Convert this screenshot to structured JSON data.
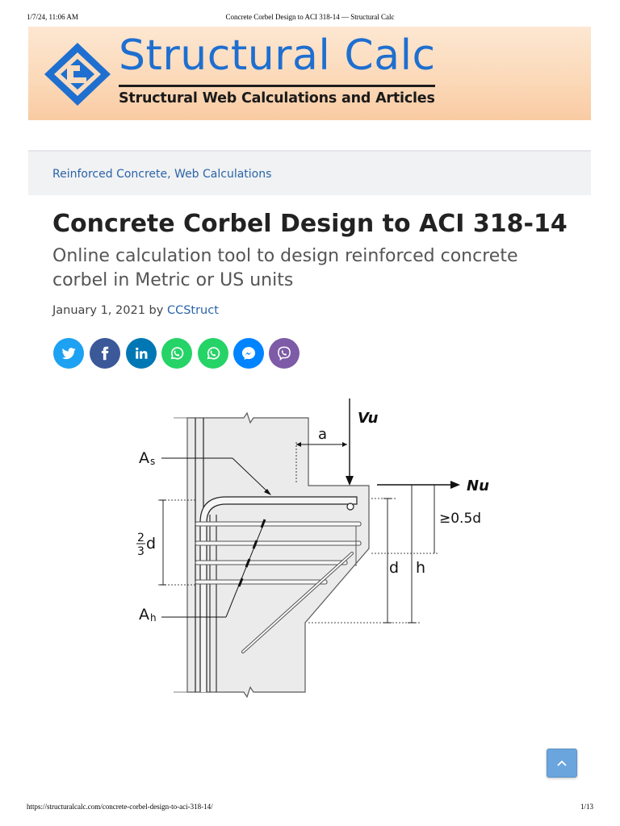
{
  "print_header": {
    "datetime": "1/7/24, 11:06 AM",
    "page_title": "Concrete Corbel Design to ACI 318-14 — Structural Calc"
  },
  "print_footer": {
    "url": "https://structuralcalc.com/concrete-corbel-design-to-aci-318-14/",
    "page": "1/13"
  },
  "site": {
    "name": "Structural Calc",
    "tagline": "Structural Web Calculations and Articles",
    "brand_color": "#1e6fd0"
  },
  "categories": {
    "items": [
      "Reinforced Concrete",
      "Web Calculations"
    ],
    "separator": ", "
  },
  "article": {
    "title": "Concrete Corbel Design to ACI 318-14",
    "subtitle": "Online calculation tool to design reinforced concrete corbel in Metric or US units",
    "date": "January 1, 2021",
    "by": "by",
    "author": "CCStruct"
  },
  "share_buttons": [
    {
      "icon": "twitter-icon",
      "color": "#1da1f2"
    },
    {
      "icon": "facebook-icon",
      "color": "#3b5998"
    },
    {
      "icon": "linkedin-icon",
      "color": "#0077b5"
    },
    {
      "icon": "whatsapp-icon",
      "color": "#25d366"
    },
    {
      "icon": "whatsapp-icon",
      "color": "#25d366"
    },
    {
      "icon": "messenger-icon",
      "color": "#0084ff"
    },
    {
      "icon": "viber-icon",
      "color": "#7d5ba6"
    }
  ],
  "diagram": {
    "labels": {
      "vu": "Vu",
      "nu": "Nu",
      "a": "a",
      "as": "A",
      "as_sub": "s",
      "ah": "A",
      "ah_sub": "h",
      "two_thirds_num": "2",
      "two_thirds_den": "3",
      "two_thirds_d": "d",
      "d": "d",
      "h": "h",
      "min_cover": "≥0.5d"
    }
  },
  "scroll_top": {
    "icon": "chevron-up-icon"
  }
}
